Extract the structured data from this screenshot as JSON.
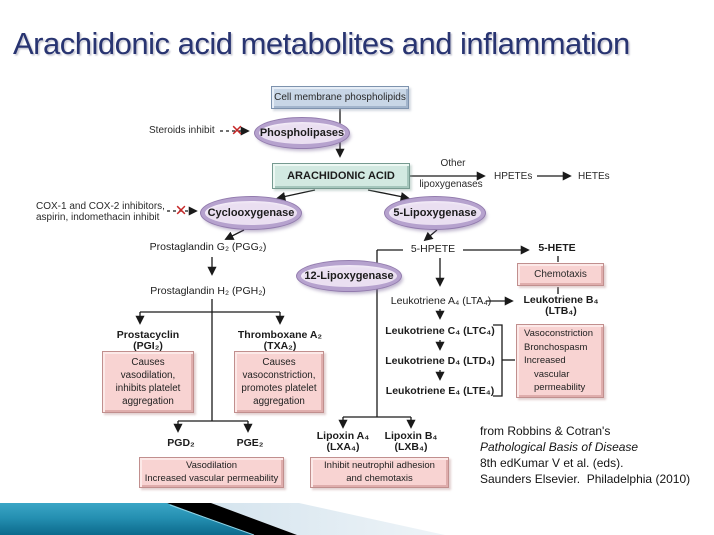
{
  "slide": {
    "title": "Arachidonic acid metabolites and inflammation",
    "citation": {
      "line1": "from Robbins & Cotran's",
      "line2": "Pathological Basis of Disease",
      "line3": "8th edKumar V et al. (eds).",
      "line4": "Saunders Elsevier.  Philadelphia (2010)"
    }
  },
  "icons": {
    "inhibit_x": "✕"
  },
  "colors": {
    "title_text": "#283471",
    "oval_fill": "#eadff1",
    "oval_ring": "#b6a2ce",
    "pink_box": "#f8d3d2",
    "teal_box": "#d2e9e1",
    "blue_box": "#c8d6e6",
    "inhibit_x": "#c62828",
    "footer_teal": "#2590b2",
    "footer_black": "#000000",
    "footer_pale": "#dde9f1"
  },
  "diagram": {
    "nodes": {
      "cell_membrane": "Cell membrane phospholipids",
      "phospholipases": "Phospholipases",
      "arachidonic_acid": "ARACHIDONIC ACID",
      "cyclooxygenase": "Cyclooxygenase",
      "lipoxygenase_5": "5-Lipoxygenase",
      "lipoxygenase_12": "12-Lipoxygenase"
    },
    "labels": {
      "steroids_inhibit": "Steroids inhibit",
      "cox_inhibit_line1": "COX-1 and COX-2 inhibitors,",
      "cox_inhibit_line2": "aspirin, indomethacin inhibit",
      "other_lipoxygenases_line1": "Other",
      "other_lipoxygenases_line2": "lipoxygenases",
      "hpetes": "HPETEs",
      "hetes": "HETEs",
      "pgg2": "Prostaglandin G₂ (PGG₂)",
      "pgh2": "Prostaglandin H₂ (PGH₂)",
      "hpete5": "5-HPETE",
      "hete5": "5-HETE",
      "lta4": "Leukotriene A₄ (LTA₄)",
      "ltb4_line1": "Leukotriene B₄",
      "ltb4_line2": "(LTB₄)",
      "ltc4": "Leukotriene C₄ (LTC₄)",
      "ltd4": "Leukotriene D₄ (LTD₄)",
      "lte4": "Leukotriene E₄ (LTE₄)",
      "prostacyclin_line1": "Prostacyclin",
      "prostacyclin_line2": "(PGI₂)",
      "thromboxane_line1": "Thromboxane A₂",
      "thromboxane_line2": "(TXA₂)",
      "pgd2": "PGD₂",
      "pge2": "PGE₂",
      "lipoxin_a_line1": "Lipoxin A₄",
      "lipoxin_a_line2": "(LXA₄)",
      "lipoxin_b_line1": "Lipoxin B₄",
      "lipoxin_b_line2": "(LXB₄)"
    },
    "effect_boxes": {
      "chemotaxis": {
        "lines": [
          "Chemotaxis"
        ]
      },
      "vasoconstriction": {
        "lines": [
          "Vasoconstriction",
          "Bronchospasm",
          "Increased",
          "vascular",
          "permeability"
        ]
      },
      "prostacyclin_effects": {
        "lines": [
          "Causes",
          "vasodilation,",
          "inhibits platelet",
          "aggregation"
        ]
      },
      "thromboxane_effects": {
        "lines": [
          "Causes",
          "vasoconstriction,",
          "promotes platelet",
          "aggregation"
        ]
      },
      "vasodilation": {
        "lines": [
          "Vasodilation",
          "Increased vascular permeability"
        ]
      },
      "inhibit_neutrophil": {
        "lines": [
          "Inhibit neutrophil adhesion",
          "and chemotaxis"
        ]
      }
    }
  }
}
